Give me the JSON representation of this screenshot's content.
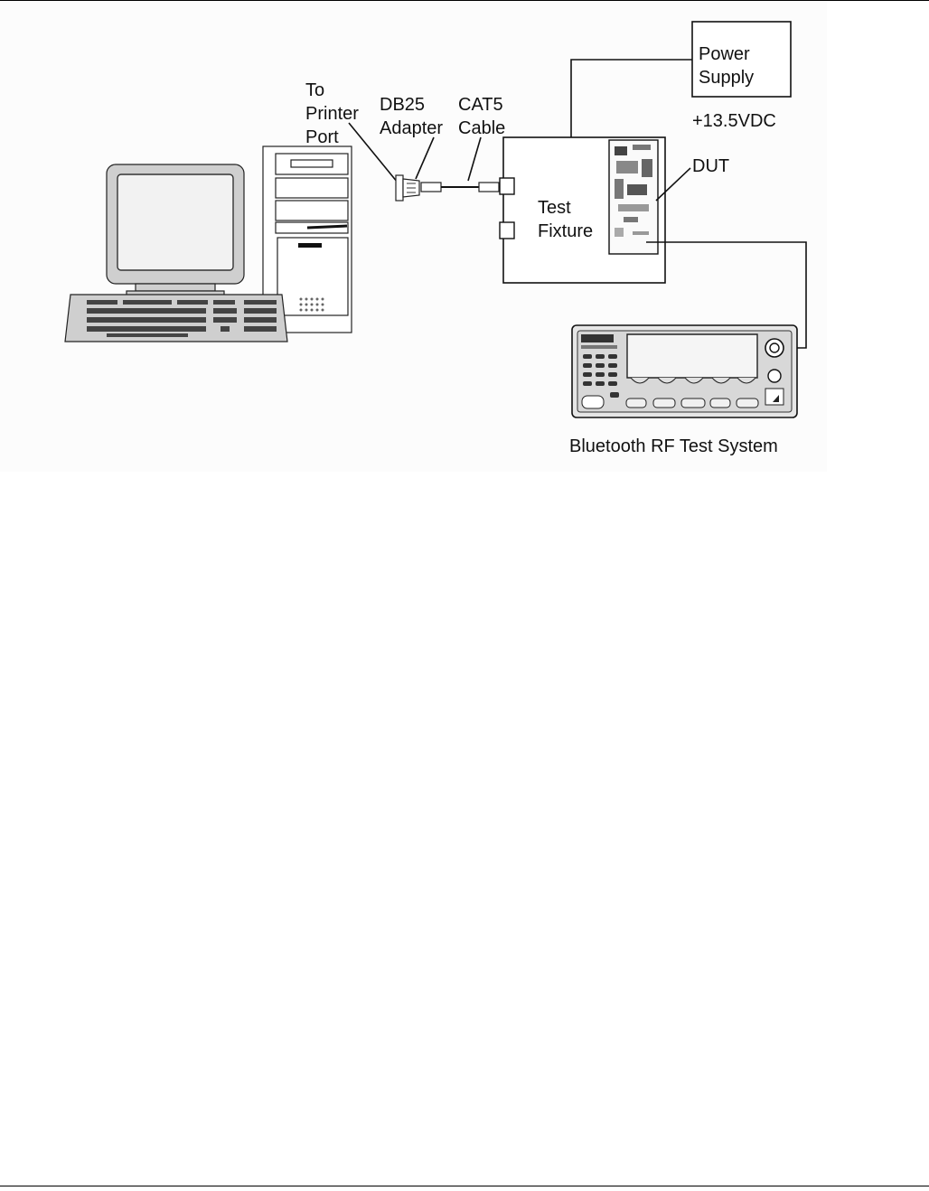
{
  "labels": {
    "printer_port": [
      "To",
      "Printer",
      "Port"
    ],
    "db25_adapter": [
      "DB25",
      "Adapter"
    ],
    "cat5_cable": [
      "CAT5",
      "Cable"
    ],
    "power_supply": [
      "Power",
      "Supply"
    ],
    "voltage": "+13.5VDC",
    "dut": "DUT",
    "test_fixture": [
      "Test",
      "Fixture"
    ],
    "bluetooth_test_system": "Bluetooth RF Test System"
  },
  "icons": {
    "computer": "desktop-computer-icon",
    "adapter": "db25-adapter-icon",
    "instrument": "bluetooth-test-instrument-icon",
    "dut_board": "circuit-board-icon"
  }
}
